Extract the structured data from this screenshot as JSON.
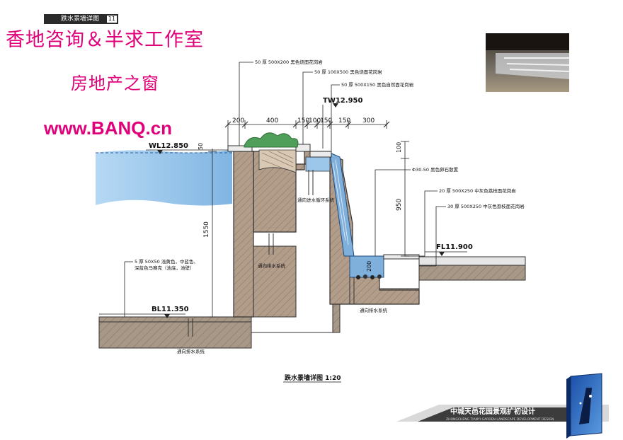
{
  "header": {
    "tab_title": "跌水景墙详图",
    "page_number": "11"
  },
  "watermark": {
    "line1": "香地咨询＆半求工作室",
    "line2": "房地产之窗",
    "line3": "www.BANQ.cn"
  },
  "dimensions": {
    "top": [
      "200",
      "400",
      "150",
      "100",
      "150",
      "150",
      "300"
    ],
    "d50": "50",
    "d100": "100",
    "d950": "950",
    "d1550": "1550",
    "d200": "200"
  },
  "levels": {
    "wl": "WL12.850",
    "tw": "TW12.950",
    "fl": "FL11.900",
    "bl": "BL11.350"
  },
  "annotations": {
    "a1": "50 厚 500X200 黑色烧面花岗岩",
    "a2": "50 厚 100X500 黑色烧面花岗岩",
    "a3": "50 厚 500X150 黑色自然面花岗岩",
    "a4": "Φ30-50 黑色卵石散置",
    "a5": "20 厚 500X250 中灰色荔枝面花岗岩",
    "a6": "30 厚 500X250 中灰色荔枝面花岗岩",
    "a7_line1": "5 厚 50X50 浅黄色，中蓝色、",
    "a7_line2": "深蓝色马赛克（池底，池壁）",
    "drain_intake": "通向进水循环系统",
    "drain1": "通向排水系统",
    "drain2": "通向排水系统",
    "drain3": "通向排水系统"
  },
  "caption": "跌水景墙详图   1:20",
  "footer": {
    "title_cn": "中城天邑花园景观扩初设计",
    "title_en": "ZHONGCHENG TIANYI GARDEN LANDSCAPE DEVELOPMENT DESIGN"
  },
  "colors": {
    "watermark": "#e0007a",
    "water": "#7fb8e6",
    "concrete": "#b39f8e",
    "ground": "#9c8b7c",
    "cap": "#ececec"
  }
}
